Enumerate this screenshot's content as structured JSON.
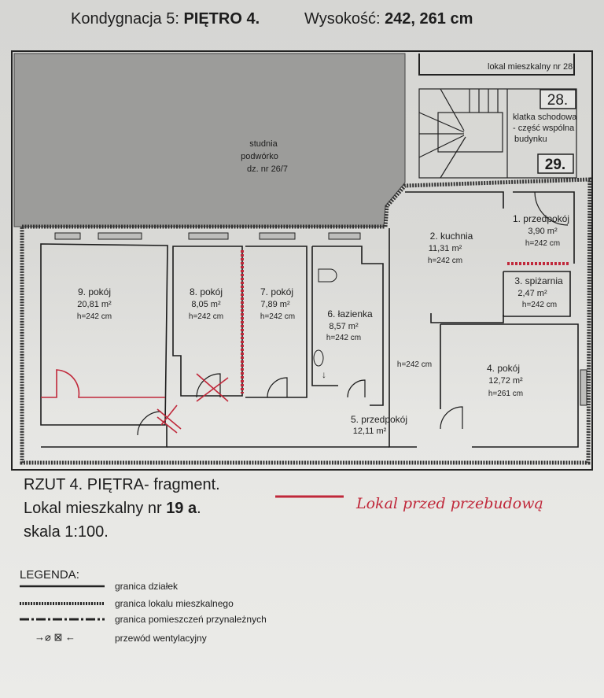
{
  "header": {
    "level_prefix": "Kondygnacja 5: ",
    "level_name": "PIĘTRO 4.",
    "height_prefix": "Wysokość: ",
    "height_value": "242, 261 cm"
  },
  "plan": {
    "courtyard": [
      "studnia",
      "podwórko",
      "dz. nr 26/7"
    ],
    "neighbour": "lokal mieszkalny nr 28",
    "stair_numbers": [
      "28.",
      "29."
    ],
    "staircase": [
      "klatka schodowa",
      "- część wspólna",
      "budynku"
    ],
    "rooms": [
      {
        "name": "1. przedpokój",
        "area": "3,90 m²",
        "height": "h=242 cm"
      },
      {
        "name": "2. kuchnia",
        "area": "11,31 m²",
        "height": "h=242 cm"
      },
      {
        "name": "3. spiżarnia",
        "area": "2,47 m²",
        "height": "h=242 cm"
      },
      {
        "name": "4. pokój",
        "area": "12,72 m²",
        "height": "h=261 cm"
      },
      {
        "name": "5. przedpokój",
        "area": "12,11 m²",
        "height": "h=242 cm"
      },
      {
        "name": "6. łazienka",
        "area": "8,57 m²",
        "height": "h=242 cm"
      },
      {
        "name": "7. pokój",
        "area": "7,89 m²",
        "height": "h=242 cm"
      },
      {
        "name": "8. pokój",
        "area": "8,05 m²",
        "height": "h=242 cm"
      },
      {
        "name": "9. pokój",
        "area": "20,81 m²",
        "height": "h=242 cm"
      }
    ]
  },
  "caption": {
    "line1": "RZUT 4. PIĘTRA- fragment.",
    "line2_prefix": "Lokal mieszkalny nr ",
    "line2_number": "19 a",
    "line2_suffix": ".",
    "line3": "skala 1:100."
  },
  "annotation": {
    "text": "Lokal przed przebudową",
    "color": "#c0283a"
  },
  "legend": {
    "title": "LEGENDA:",
    "items": [
      {
        "symbol": "solid-line",
        "label": "granica działek"
      },
      {
        "symbol": "zigzag-line",
        "label": "granica lokalu mieszkalnego"
      },
      {
        "symbol": "dash-dot-line",
        "label": "granica pomieszczeń przynależnych"
      },
      {
        "symbol": "ventilation-arrows",
        "label": "przewód wentylacyjny"
      }
    ]
  }
}
